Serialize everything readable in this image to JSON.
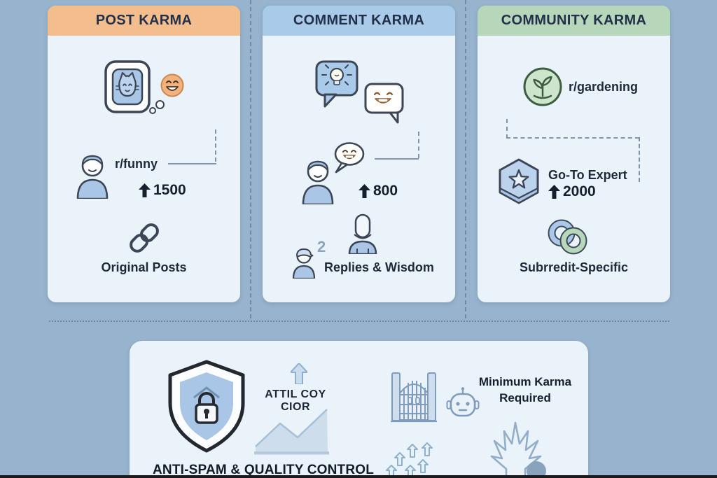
{
  "colors": {
    "background": "#98b3cd",
    "card_bg": "#eaf2fa",
    "post_header": "#f3bd8d",
    "comment_header": "#a9cbe9",
    "community_header": "#b7d7ba",
    "text_dark": "#1d2a3a",
    "icon_line": "#3c4657",
    "icon_blue_fill": "#a9c6e6",
    "smiley_orange": "#f2b27d",
    "plant_green": "#3e5c40",
    "panel_icon_blue": "#7e9cbd"
  },
  "cards": [
    {
      "title": "POST KARMA",
      "subreddit": "r/funny",
      "karma": "1500",
      "footer": "Original Posts"
    },
    {
      "title": "COMMENT KARMA",
      "karma": "800",
      "reply_count": "2",
      "footer": "Replies & Wisdom"
    },
    {
      "title": "COMMUNITY KARMA",
      "subreddit": "r/gardening",
      "expert_label": "Go-To Expert",
      "karma": "2000",
      "footer": "Subrredit-Specific"
    }
  ],
  "bottom_panel": {
    "growth_caption": "ATTIL COY CIOR",
    "gate_caption": "Minimum Karma Required",
    "title": "ANTI-SPAM & QUALITY CONTROL"
  },
  "icons": {
    "cat-post-icon": "framed cat picture",
    "smiley-thought-icon": "orange smiley with thought bubble",
    "person-icon": "person bust",
    "upvote-arrow-icon": "solid up arrow",
    "link-icon": "chain link",
    "idea-bubble-icon": "speech bubble with lightbulb",
    "smiley-bubble-icon": "speech bubble with laughing face",
    "mic-person-icon": "person with microphone head",
    "capped-person-icon": "small person with cap",
    "sprout-icon": "sprout in green circle",
    "expert-badge-icon": "hexagon badge with star",
    "linked-rings-icon": "interlocking blue and green rings",
    "shield-lock-icon": "shield with padlock",
    "growth-arrow-icon": "up arrow outline",
    "chart-mountain-icon": "rising line chart area",
    "gate-icon": "arched gate",
    "robot-icon": "robot head",
    "arrow-cluster-icon": "cluster of small up arrows",
    "burst-icon": "spiky burst outline"
  }
}
